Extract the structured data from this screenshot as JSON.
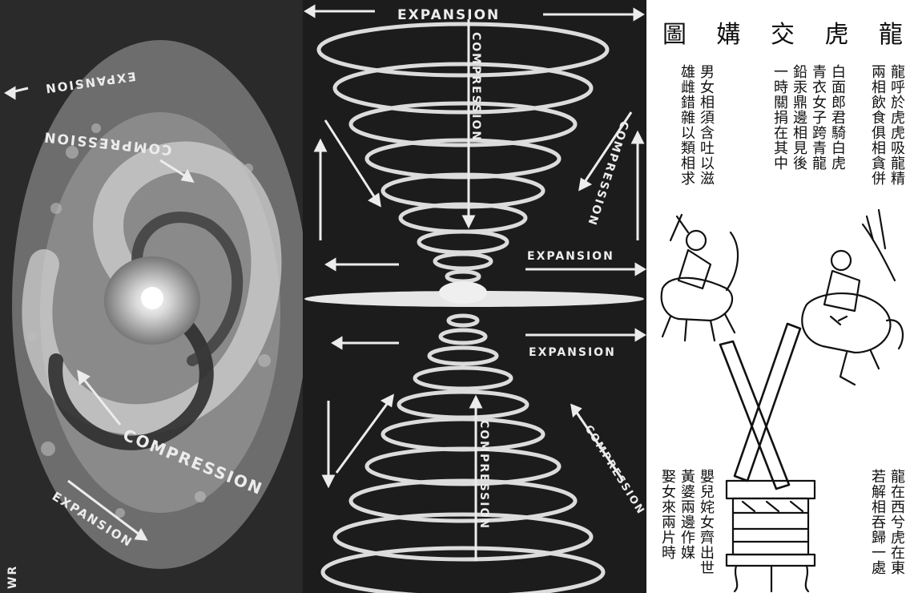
{
  "labels": {
    "expansion": "EXPANSION",
    "compression": "COMPRESSION",
    "corner_mark": "WR"
  },
  "woodcut": {
    "title_chars": [
      "圖",
      "媾",
      "交",
      "虎",
      "龍"
    ],
    "columns": [
      "龍呼於虎虎吸龍精",
      "兩相飲食俱相貪併",
      "白面郎君騎白虎",
      "青衣女子跨青龍",
      "鉛汞鼎邊相見後",
      "一時關捐在其中",
      "男女相須含吐以滋",
      "雄雌錯雜以類相求",
      "龍在西兮虎在東",
      "若解相吞歸一處",
      "嬰兒姹女齊出世",
      "黃婆兩邊作媒",
      "娶女來兩片時"
    ]
  }
}
